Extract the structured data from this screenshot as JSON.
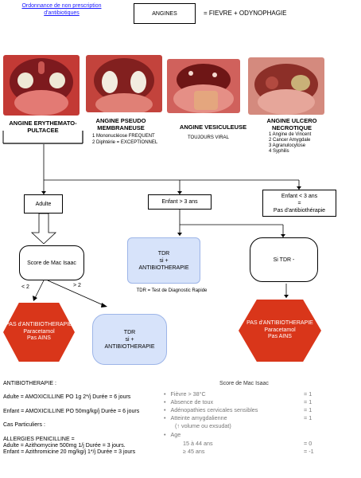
{
  "header": {
    "link": "Ordonnance de non prescription d'antibiotiques",
    "angines_box": "ANGINES",
    "equation": "=   FIEVRE   +  ODYNOPHAGIE"
  },
  "types": [
    {
      "title": "ANGINE ERYTHEMATO-PULTACEE",
      "notes": []
    },
    {
      "title": "ANGINE PSEUDO MEMBRANEUSE",
      "notes": [
        "1 Mononucléose FREQUENT",
        "2 Diphtérie =  EXCEPTIONNEL"
      ]
    },
    {
      "title": "ANGINE VESICULEUSE",
      "notes": [
        "TOUJOURS VIRAL"
      ]
    },
    {
      "title": "ANGINE ULCERO NECROTIQUE",
      "notes": [
        "1 Angine de Vincent",
        "2 Cancer Amygdale",
        "3 Agranulocytose",
        "4 Syphilis"
      ]
    }
  ],
  "flow": {
    "adulte": "Adulte",
    "enfant3": "Enfant > 3 ans",
    "enfant_lt3_line1": "Enfant < 3 ans",
    "enfant_lt3_line2": "=",
    "enfant_lt3_line3": "Pas d'antibiothérapie",
    "score": "Score de Mac Isaac",
    "lt2": "< 2",
    "gt2": "> 2",
    "tdr_box": "TDR\nsi +\nANTIBIOTHERAPIE",
    "tdr_note": "TDR = Test de Diagnostic Rapide",
    "si_tdr": "Si TDR -",
    "tdr_box2": "TDR\nsi +\nANTIBIOTHERAPIE",
    "pas_atb": [
      "PAS d'ANTIBIOTHERAPIE",
      "Paracetamol",
      "Pas AINS"
    ],
    "pas_atb2": [
      "PAS d'ANTIBIOTHERAPIE",
      "Paracetamol",
      "Pas AINS"
    ]
  },
  "treatment": {
    "heading": "ANTIBIOTHERAPIE :",
    "adulte": "Adulte = AMOXICILLINE PO 1g 2*/j   Durée = 6 jours",
    "enfant": "Enfant = AMOXICILLINE PO 50mg/kg/j   Durée = 6 jours",
    "cas": "Cas Particuliers :",
    "allergies": "ALLERGIES PENICILLINE =",
    "allergie_adulte": "Adulte = Azithomycine 500mg 1/j Durée = 3 jours.",
    "allergie_enfant": "Enfant = Azithromicine 20 mg/kg/j 1*/j Durée = 3 jours"
  },
  "score_table": {
    "title": "Score de Mac Isaac",
    "rows": [
      {
        "label": "Fièvre > 38°C",
        "value": "= 1"
      },
      {
        "label": "Absence de toux",
        "value": "= 1"
      },
      {
        "label": "Adénopathies cervicales sensibles",
        "value": "= 1"
      },
      {
        "label": "Atteinte amygdalienne",
        "value": "= 1"
      },
      {
        "label": "(↑ volume ou exsudat)",
        "value": ""
      },
      {
        "label": "Age",
        "value": ""
      },
      {
        "label": "15 à 44 ans",
        "value": "= 0"
      },
      {
        "label": "≥ 45 ans",
        "value": "= -1"
      }
    ]
  },
  "colors": {
    "hex_red": "#d9361a",
    "blue_box": "#d7e3fa",
    "link": "#1a1aff"
  }
}
